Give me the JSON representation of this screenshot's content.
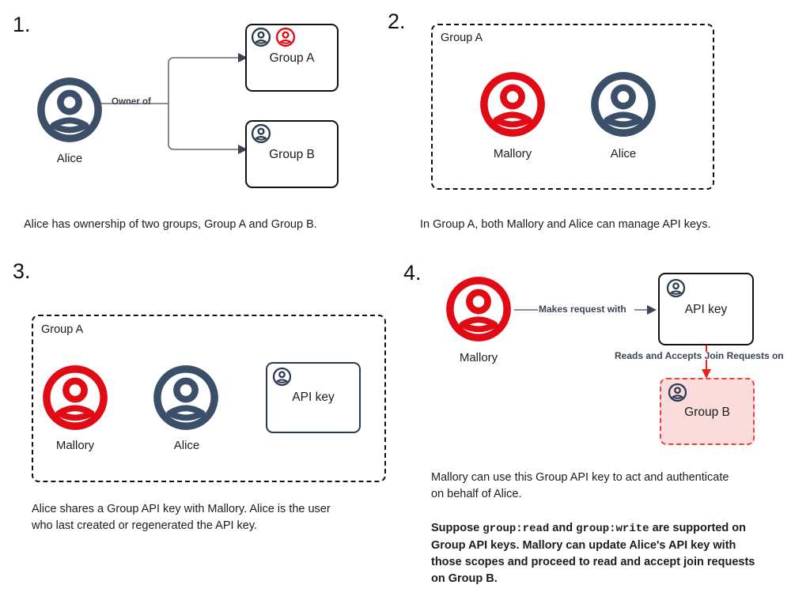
{
  "colors": {
    "navy": "#3b5068",
    "navy_dark": "#2b3a4f",
    "red": "#e00b14",
    "red_arrow": "#e8221c",
    "pink_fill": "#fadcdc",
    "pink_border": "#e8443a",
    "text": "#1c1c1c",
    "line_gray": "#6b6b6b",
    "background": "#ffffff"
  },
  "panels": [
    {
      "number": "1.",
      "actor": {
        "name": "Alice",
        "icon": "person-icon",
        "color": "#3b5068"
      },
      "edge_label": "Owner of",
      "targets": [
        {
          "label": "Group A",
          "icons": [
            "person-icon-navy",
            "person-icon-red"
          ]
        },
        {
          "label": "Group B",
          "icons": [
            "person-icon-navy"
          ]
        }
      ],
      "caption": "Alice has ownership of two groups, Group A and Group B."
    },
    {
      "number": "2.",
      "group_tag": "Group A",
      "members": [
        {
          "name": "Mallory",
          "icon": "person-icon",
          "color": "#e00b14"
        },
        {
          "name": "Alice",
          "icon": "person-icon",
          "color": "#3b5068"
        }
      ],
      "caption": "In Group A, both Mallory and Alice can manage API keys."
    },
    {
      "number": "3.",
      "group_tag": "Group A",
      "members": [
        {
          "name": "Mallory",
          "icon": "person-icon",
          "color": "#e00b14"
        },
        {
          "name": "Alice",
          "icon": "person-icon",
          "color": "#3b5068"
        }
      ],
      "key_box": {
        "label": "API key",
        "icon": "person-icon-navy"
      },
      "caption_lines": [
        "Alice shares a Group API key with Mallory. Alice is the user",
        "who last created or regenerated the API key."
      ]
    },
    {
      "number": "4.",
      "actor": {
        "name": "Mallory",
        "icon": "person-icon",
        "color": "#e00b14"
      },
      "edge_label_1": "Makes request with",
      "key_box": {
        "label": "API key",
        "icon": "person-icon-navy"
      },
      "edge_label_2": "Reads and Accepts Join Requests on",
      "target_box": {
        "label": "Group B",
        "icon": "person-icon-navy"
      },
      "caption_lines": [
        "Mallory can use this Group API key to act and authenticate",
        "on behalf of Alice."
      ],
      "caption_bold": {
        "line1_a": "Suppose ",
        "line1_code1": "group:read",
        "line1_b": " and ",
        "line1_code2": "group:write",
        "line1_c": " are supported on",
        "line2": "Group API keys. Mallory can update Alice's API key with",
        "line3": "those scopes and proceed to read and accept join requests",
        "line4": "on Group B."
      }
    }
  ]
}
